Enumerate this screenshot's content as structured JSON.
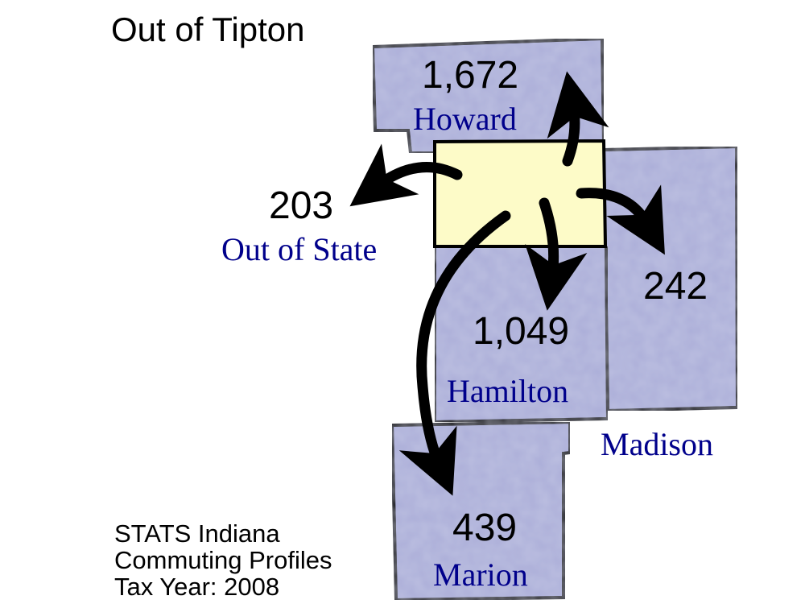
{
  "title": "Out of Tipton",
  "origin_county": "Tipton",
  "colors": {
    "origin_fill": "#fdfbc8",
    "county_fill": "#abaed8",
    "number_text": "#000000",
    "county_text": "#00008b",
    "border": "#000000",
    "arrow": "#000000"
  },
  "destinations": [
    {
      "id": "howard",
      "name": "Howard",
      "value": "1,672"
    },
    {
      "id": "out-of-state",
      "name": "Out of State",
      "value": "203"
    },
    {
      "id": "madison",
      "name": "Madison",
      "value": "242"
    },
    {
      "id": "hamilton",
      "name": "Hamilton",
      "value": "1,049"
    },
    {
      "id": "marion",
      "name": "Marion",
      "value": "439"
    }
  ],
  "footer": {
    "line1": "STATS Indiana",
    "line2": "Commuting Profiles",
    "line3": "Tax Year: 2008"
  }
}
